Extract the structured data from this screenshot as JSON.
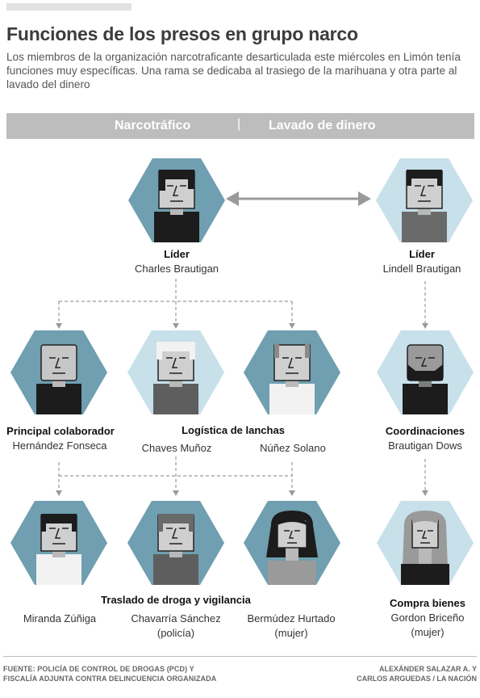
{
  "title": "Funciones de los presos en grupo narco",
  "subtitle": "Los miembros de la organización narcotraficante desarticulada este miércoles  en Limón tenía funciones muy específicas. Una rama se dedicaba al trasiego de la marihuana y otra parte al lavado del dinero",
  "header": {
    "left": "Narcotráfico",
    "separator": "|",
    "right": "Lavado de dinero"
  },
  "colors": {
    "hex_dark": "#6f9fb0",
    "hex_light": "#c7e0ea",
    "header_band": "#bdbdbd",
    "arrow": "#9a9a9a"
  },
  "roles": {
    "lider_left": "Líder",
    "lider_right": "Líder",
    "principal": "Principal colaborador",
    "logistica": "Logística de lanchas",
    "coordinaciones": "Coordinaciones",
    "traslado": "Traslado de droga y vigilancia",
    "compra": "Compra bienes"
  },
  "people": {
    "charles": "Charles Brautigan",
    "lindell": "Lindell Brautigan",
    "hernandez": "Hernández Fonseca",
    "chaves": "Chaves Muñoz",
    "nunez": "Núñez Solano",
    "brautigan_dows": "Brautigan Dows",
    "miranda": "Miranda Zúñiga",
    "chavarria": "Chavarría Sánchez",
    "chavarria_note": "(policía)",
    "bermudez": "Bermúdez Hurtado",
    "bermudez_note": "(mujer)",
    "gordon": "Gordon Briceño",
    "gordon_note": "(mujer)"
  },
  "footer": {
    "source_line1": "FUENTE: POLICÍA DE CONTROL DE DROGAS (PCD) Y",
    "source_line2": "FISCALÍA ADJUNTA CONTRA DELINCUENCIA ORGANIZADA",
    "credit_line1": "ALEXÁNDER SALAZAR A. Y",
    "credit_line2": "CARLOS ARGUEDAS  /  LA NACIÓN"
  }
}
